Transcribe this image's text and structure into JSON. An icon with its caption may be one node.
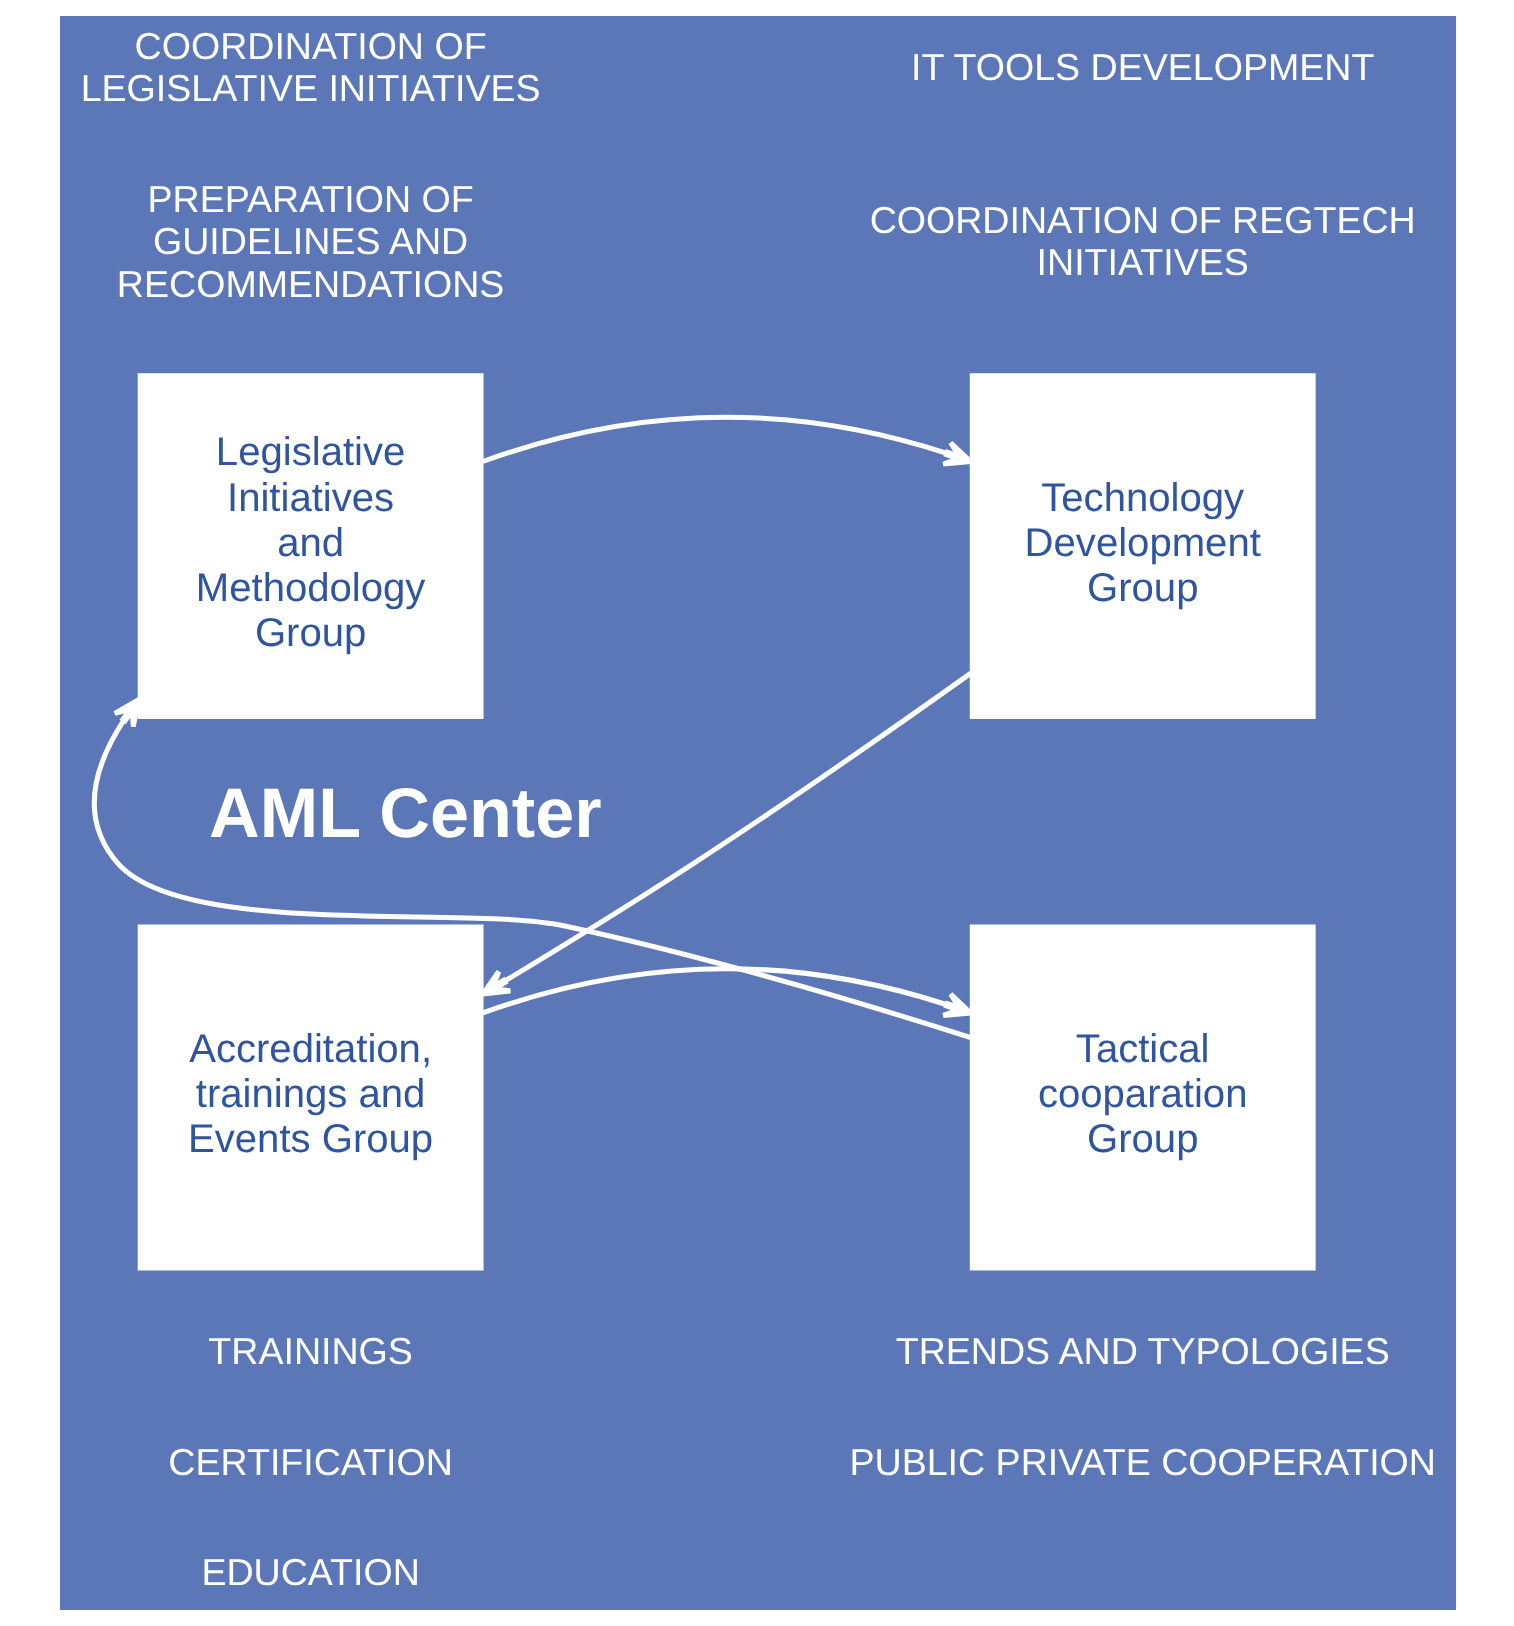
{
  "diagram": {
    "nodes": [
      {
        "text": [
          "Legislative Initiatives and Methodology Group"
        ]
      },
      {
        "text": [
          "Technology Development Group"
        ]
      },
      {
        "text": [
          "Accreditation, trainings and Events Group"
        ]
      },
      {
        "text": [
          "Tactical cooparation Group"
        ]
      }
    ],
    "edges": [
      {
        "from": 0,
        "to": 1,
        "arrow": "to"
      },
      {
        "from": 1,
        "to": 2,
        "arrow": "to"
      },
      {
        "from": 2,
        "to": 3,
        "arrow": "to"
      },
      {
        "from": 3,
        "to": 0,
        "arrow": "to"
      }
    ],
    "labels": [
      "COORDINATION OF LEGISLATIVE INITIATIVES",
      "IT TOOLS DEVELOPMENT",
      "PREPARATION OF GUIDELINES AND RECOMMENDATIONS",
      "COORDINATION OF REGTECH INITIATIVES",
      "AML Center",
      "TRENDS AND TYPOLOGIES",
      "TRAININGS",
      "PUBLIC PRIVATE COOPERATION",
      "CERTIFICATION",
      "EDUCATION"
    ]
  }
}
